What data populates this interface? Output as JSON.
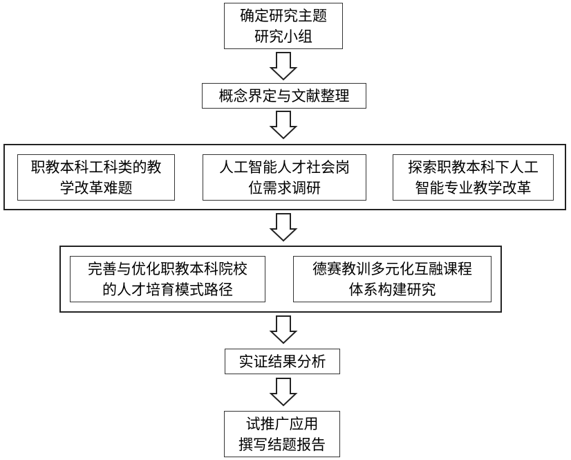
{
  "steps": {
    "topic": {
      "line1": "确定研究主题",
      "line2": "研究小组"
    },
    "concepts": {
      "line1": "概念界定与文献整理"
    },
    "problems": {
      "line1": "职教本科工科类的教",
      "line2": "学改革难题"
    },
    "ai_needs": {
      "line1": "人工智能人才社会岗",
      "line2": "位需求调研"
    },
    "explore": {
      "line1": "探索职教本科下人工",
      "line2": "智能专业教学改革"
    },
    "improve": {
      "line1": "完善与优化职教本科院校",
      "line2": "的人才培育模式路径"
    },
    "curriculum": {
      "line1": "德赛教训多元化互融课程",
      "line2": "体系构建研究"
    },
    "analysis": {
      "line1": "实证结果分析"
    },
    "report": {
      "line1": "试推广应用",
      "line2": "撰写结题报告"
    }
  },
  "colors": {
    "border": "#333333",
    "background": "#ffffff",
    "text": "#000000"
  },
  "icons": {
    "flow_arrow": "hollow-down-arrow"
  }
}
